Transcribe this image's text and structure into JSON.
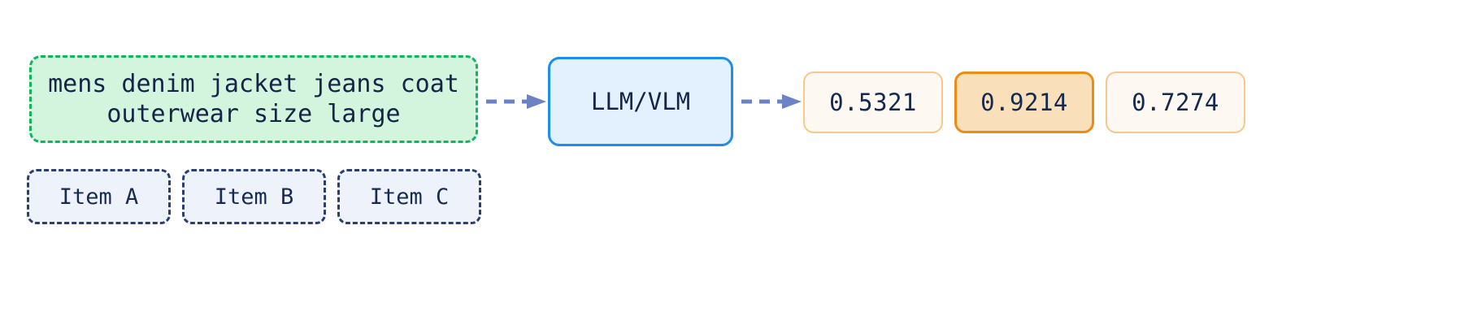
{
  "diagram": {
    "query": {
      "text": "mens denim jacket jeans coat\nouterwear size large",
      "fill_color": "#d3f5de",
      "border_color": "#13b364"
    },
    "items": [
      {
        "label": "Item A"
      },
      {
        "label": "Item B"
      },
      {
        "label": "Item C"
      }
    ],
    "model": {
      "label": "LLM/VLM",
      "fill_color": "#e3f0fd",
      "border_color": "#1c8ef0"
    },
    "scores": [
      {
        "value": "0.5321",
        "highlighted": false
      },
      {
        "value": "0.9214",
        "highlighted": true
      },
      {
        "value": "0.7274",
        "highlighted": false
      }
    ],
    "arrows": [
      {
        "name": "query-to-model"
      },
      {
        "name": "model-to-scores"
      }
    ],
    "colors": {
      "arrow": "#6c82c4",
      "text_dark": "#162447",
      "item_fill": "#eef2fb",
      "item_border": "#2a3f6e",
      "score_fill": "#fdf8f2",
      "score_border": "#f6c88a",
      "score_top_fill": "#fadfbb",
      "score_top_border": "#ec8c15"
    }
  }
}
